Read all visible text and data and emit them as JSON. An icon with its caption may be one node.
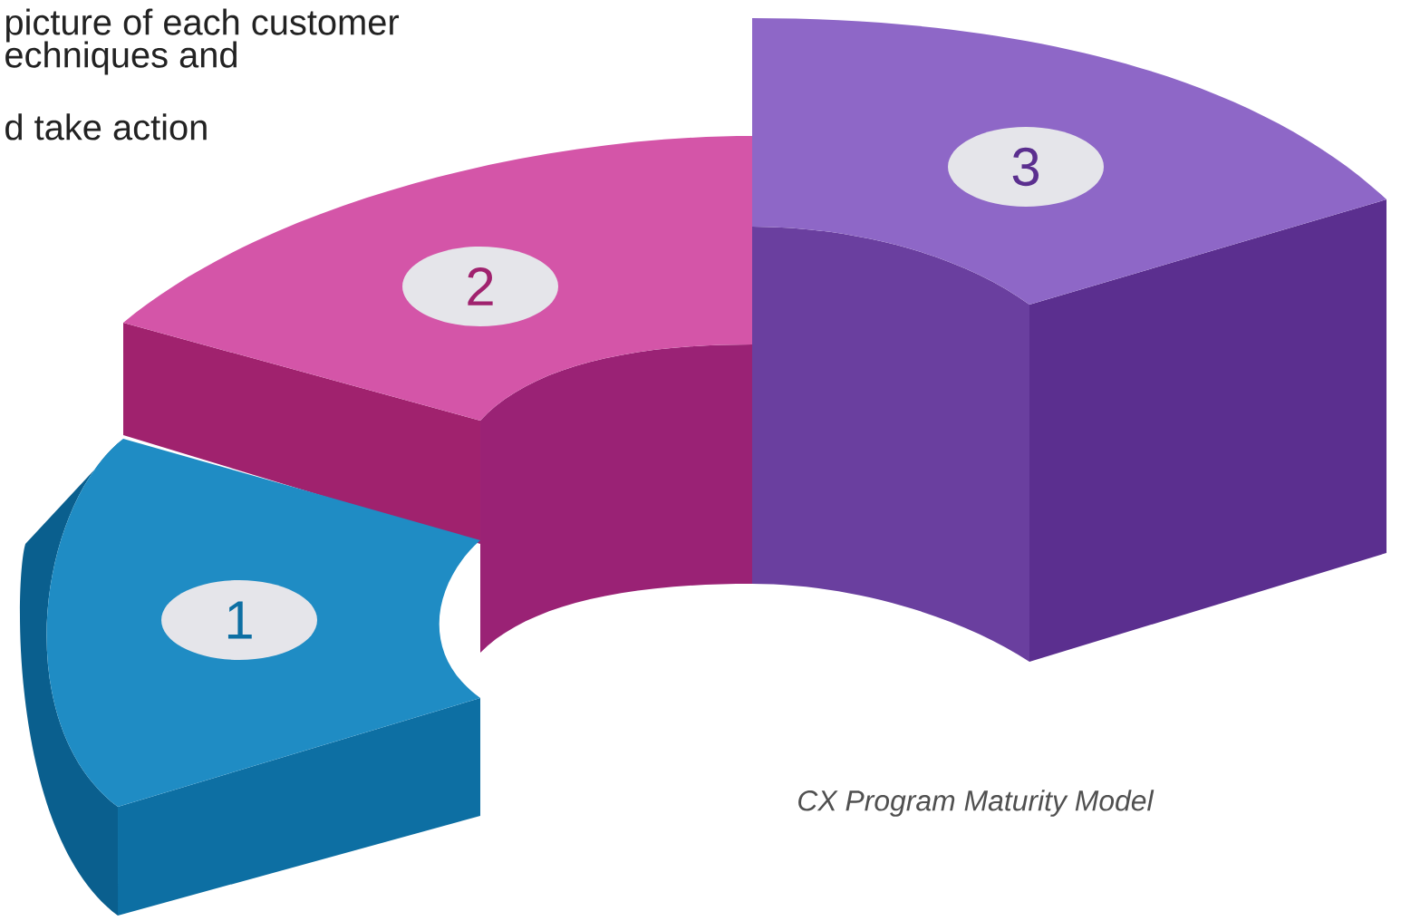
{
  "diagram": {
    "caption": "CX Program Maturity Model",
    "nodes": [
      {
        "text": [
          "1"
        ]
      },
      {
        "text": [
          "2"
        ]
      },
      {
        "text": [
          "3"
        ]
      }
    ],
    "labels": [
      "picture of each customer",
      "echniques and",
      "d take action"
    ]
  }
}
